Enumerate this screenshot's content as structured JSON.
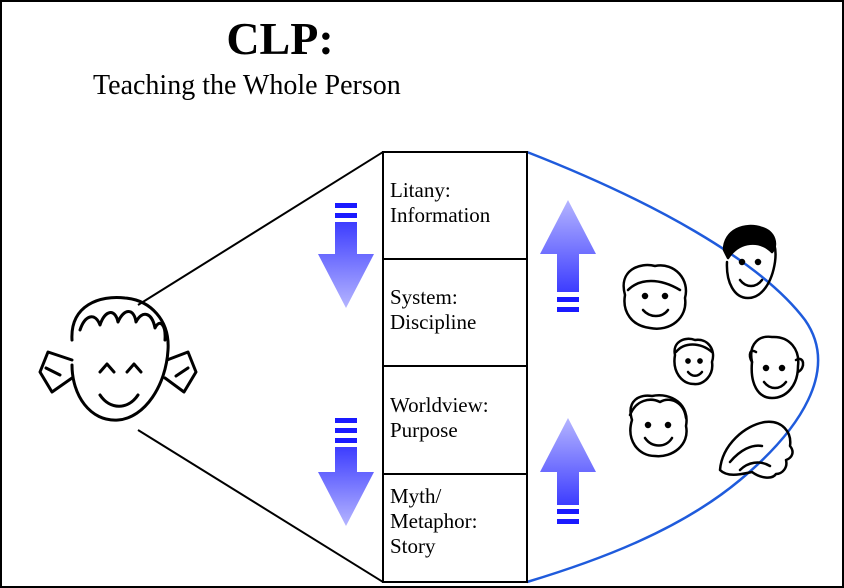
{
  "title": "CLP:",
  "subtitle": "Teaching the Whole Person",
  "layers": [
    {
      "label": "Litany:\nInformation"
    },
    {
      "label": "System:\nDiscipline"
    },
    {
      "label": "Worldview:\nPurpose"
    },
    {
      "label": "Myth/\nMetaphor:\nStory"
    }
  ],
  "colors": {
    "arrow_fill": "#6b6bff",
    "arrow_stripes": "#1a1aff",
    "outline_curve": "#1f5bdc",
    "lines": "#000000"
  },
  "icons": [
    "child-face-icon",
    "adult-face-icon"
  ]
}
